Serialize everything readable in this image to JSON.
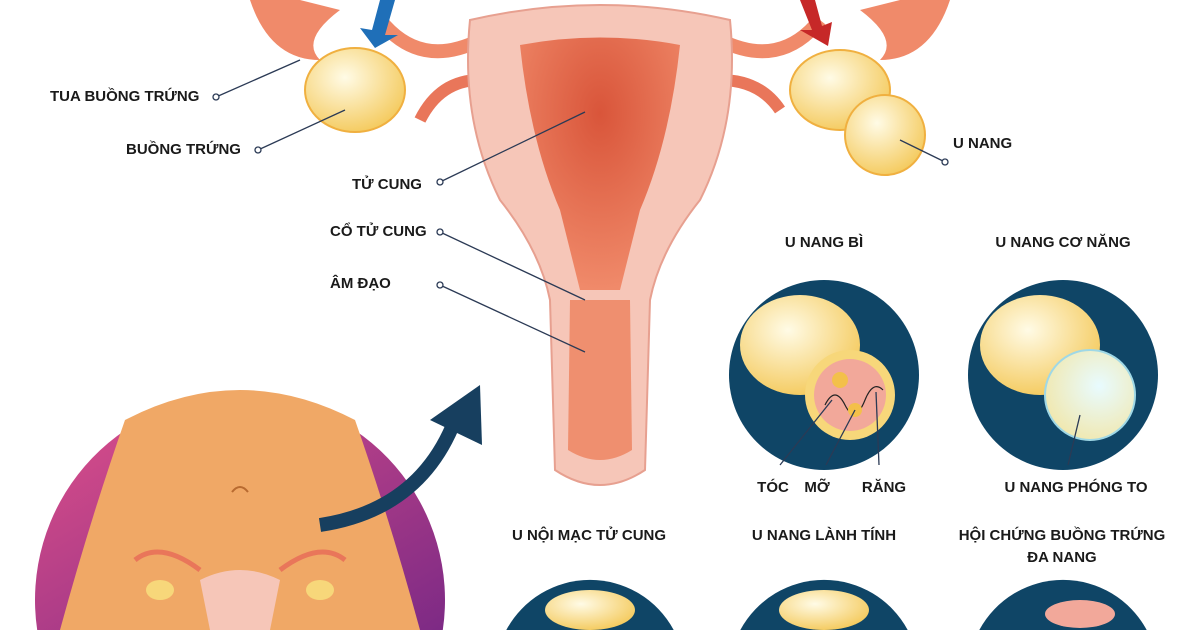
{
  "anatomy_labels": {
    "fimbriae": "TUA BUỒNG TRỨNG",
    "ovary": "BUỒNG TRỨNG",
    "uterus": "TỬ CUNG",
    "cervix": "CỔ TỬ CUNG",
    "vagina": "ÂM ĐẠO",
    "cyst": "U NANG"
  },
  "cyst_types": [
    {
      "title": "U NANG BÌ",
      "parts": [
        "TÓC",
        "MỠ",
        "RĂNG"
      ]
    },
    {
      "title": "U NANG CƠ NĂNG",
      "parts": [
        "U NANG PHÓNG TO"
      ]
    },
    {
      "title": "U NỘI MẠC TỬ CUNG"
    },
    {
      "title": "U NANG LÀNH TÍNH"
    },
    {
      "title_line1": "HỘI CHỨNG BUỒNG TRỨNG",
      "title_line2": "ĐA NANG"
    }
  ],
  "colors": {
    "navy": "#0f4566",
    "ovary": "#f7d77a",
    "uterus": "#f4b9aa",
    "uterus_inner": "#e9765a",
    "belly": "#f0a866",
    "pink": "#d9437e",
    "purple": "#8a2d86",
    "arrow_blue": "#1f6fb8",
    "arrow_red": "#c62828"
  }
}
